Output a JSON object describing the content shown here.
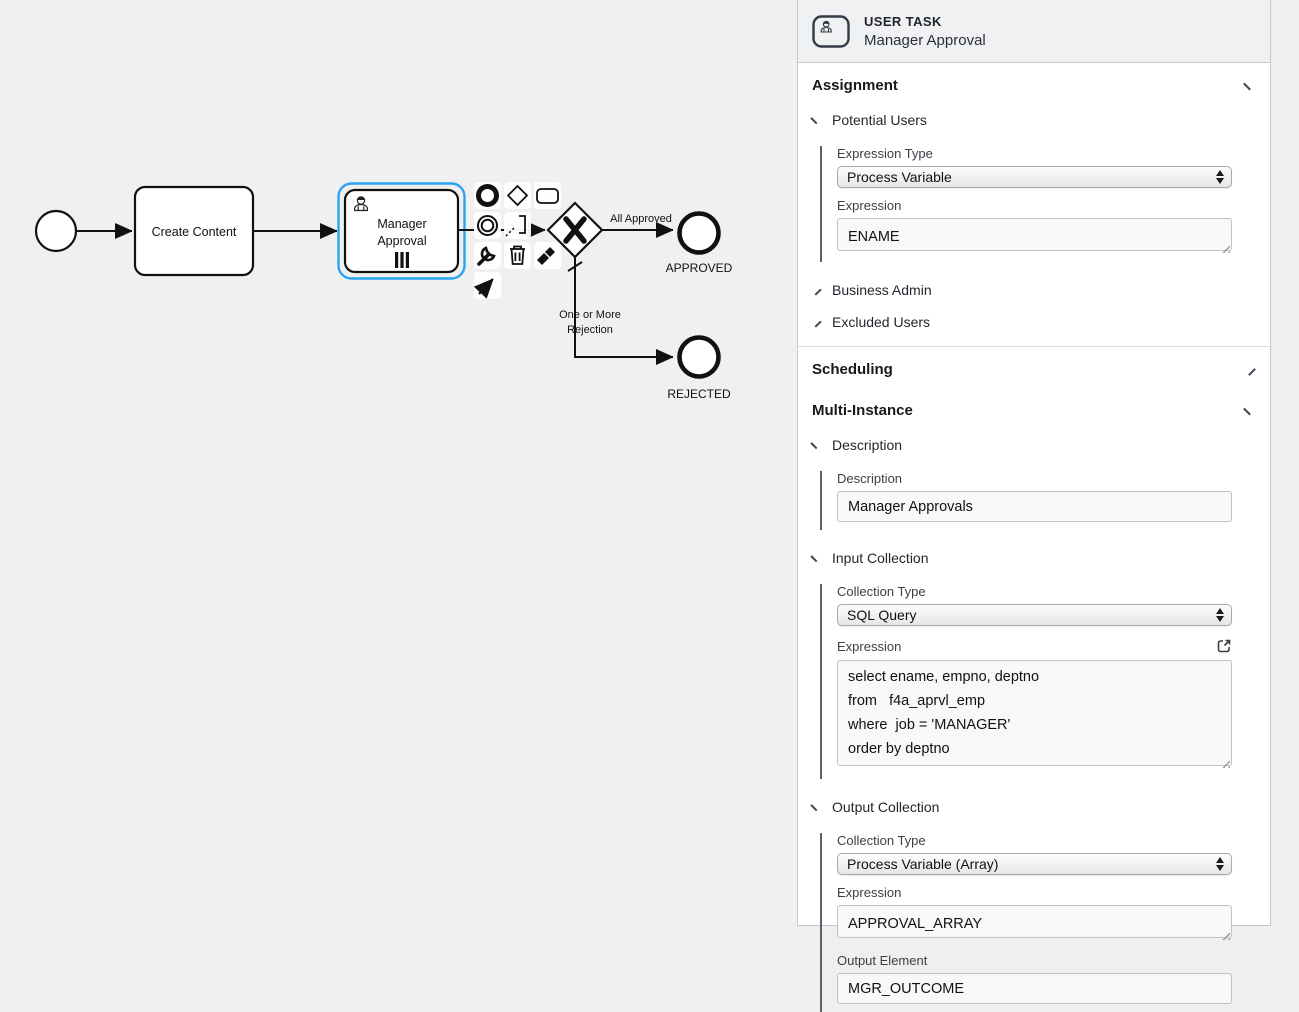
{
  "canvas": {
    "create_task_label": "Create Content",
    "manager_task": {
      "label_lines": [
        "Manager",
        "Approval"
      ]
    },
    "flow_all_approved_label": "All Approved",
    "approved_end_label": "APPROVED",
    "rejection_flow_label_lines": [
      "One or More",
      "Rejection"
    ],
    "rejected_end_label": "REJECTED",
    "selection_color": "#2aa3f2"
  },
  "icons": {
    "user-icon": "person outline glyph",
    "chevron-down-icon": "v chevron",
    "chevron-right-icon": "> chevron",
    "popout-icon": "arrow pointing out of box",
    "append-end-event-icon": "thick circle",
    "append-gateway-icon": "diamond outline",
    "append-task-icon": "rounded rectangle outline",
    "append-intermediate-event-icon": "double circle",
    "text-annotation-icon": "open bracket with dotted line",
    "wrench-icon": "wrench",
    "trash-icon": "trash can",
    "brush-icon": "paint brush",
    "connect-arrow-icon": "diagonal arrow",
    "resize-handle-icon": "diagonal grip lines",
    "select-spinner-icon": "stacked up/down triangles"
  },
  "panel": {
    "header": {
      "type_label": "USER TASK",
      "title": "Manager Approval"
    },
    "assignment": {
      "title": "Assignment",
      "potential_users": {
        "title": "Potential Users",
        "expression_type_label": "Expression Type",
        "expression_type_value": "Process Variable",
        "expression_label": "Expression",
        "expression_value": "ENAME"
      },
      "business_admin_label": "Business Admin",
      "excluded_users_label": "Excluded Users"
    },
    "scheduling": {
      "title": "Scheduling"
    },
    "multi_instance": {
      "title": "Multi-Instance",
      "description": {
        "title": "Description",
        "label": "Description",
        "value": "Manager Approvals"
      },
      "input_collection": {
        "title": "Input Collection",
        "collection_type_label": "Collection Type",
        "collection_type_value": "SQL Query",
        "expression_label": "Expression",
        "expression_value": "select ename, empno, deptno\nfrom   f4a_aprvl_emp\nwhere  job = 'MANAGER'\norder by deptno"
      },
      "output_collection": {
        "title": "Output Collection",
        "collection_type_label": "Collection Type",
        "collection_type_value": "Process Variable (Array)",
        "expression_label": "Expression",
        "expression_value": "APPROVAL_ARRAY",
        "output_element_label": "Output Element",
        "output_element_value": "MGR_OUTCOME"
      }
    }
  }
}
